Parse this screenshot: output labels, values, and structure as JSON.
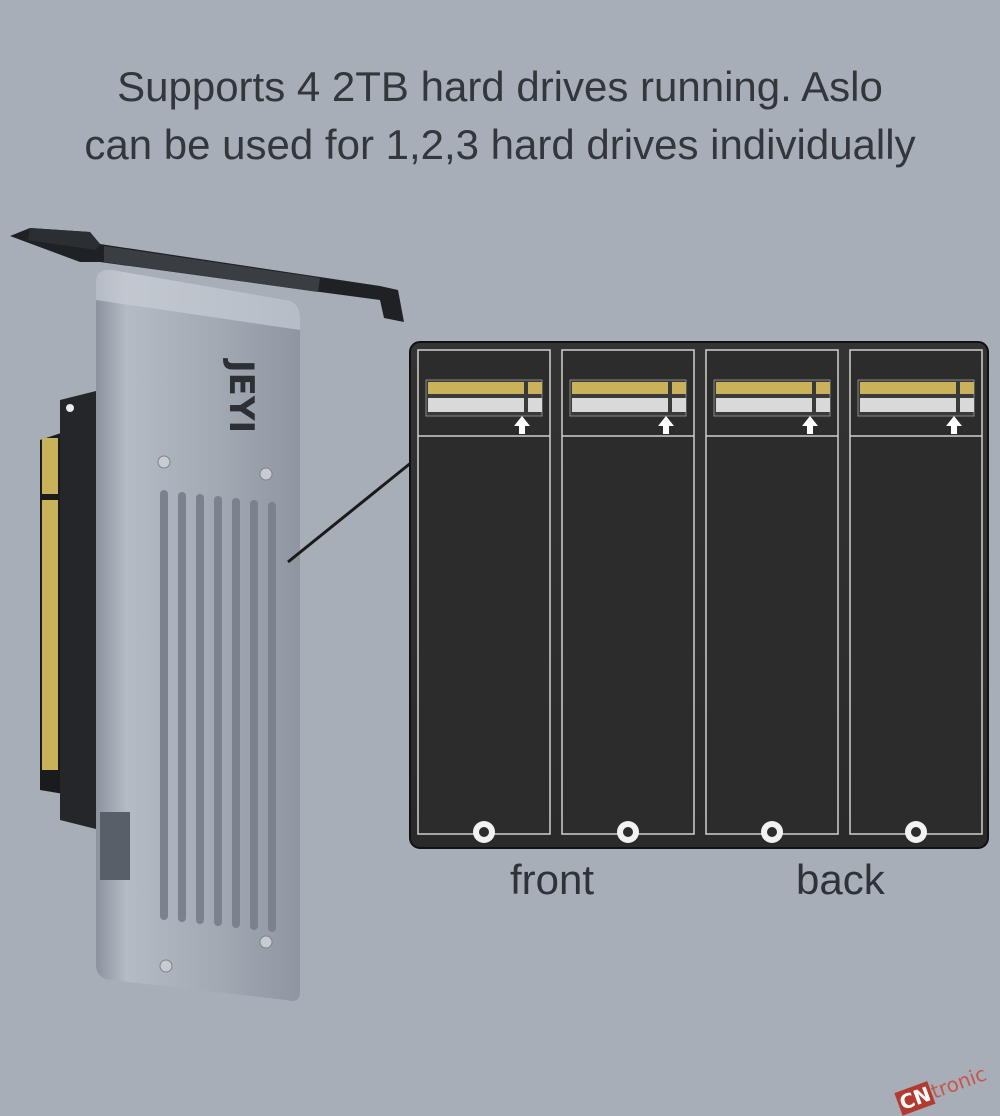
{
  "headline": {
    "line1": "Supports 4 2TB hard drives running. Aslo",
    "line2": "can be used for 1,2,3 hard drives individually"
  },
  "labels": {
    "front": "front",
    "back": "back"
  },
  "brand": {
    "logo_text": "JEYI"
  },
  "watermark": {
    "prefix": "CN",
    "suffix": "tronic"
  },
  "colors": {
    "background": "#a8aeb8",
    "card_body": "#9aa1ac",
    "slot_panel": "#2e2e2e",
    "gold_contacts": "#c9b25a"
  }
}
